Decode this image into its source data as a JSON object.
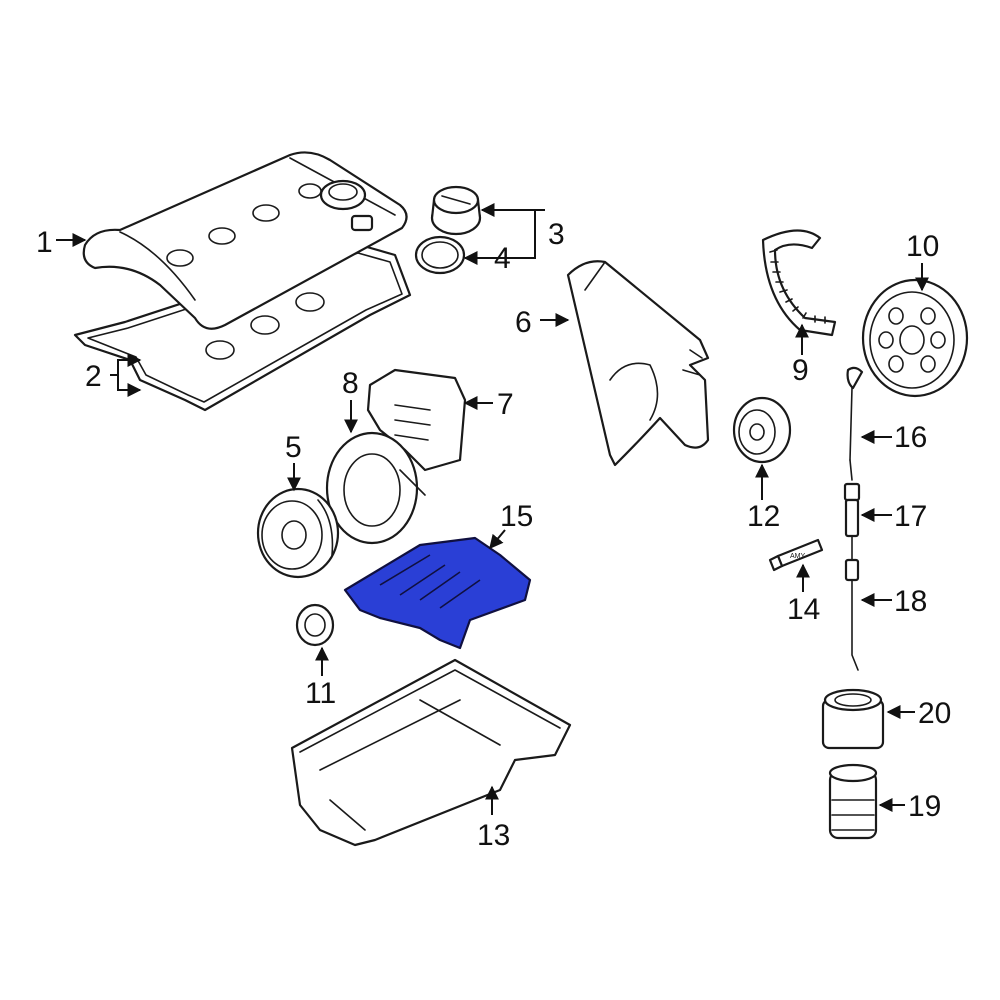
{
  "diagram": {
    "highlight_color": "#2a3fd6",
    "callouts": [
      "1",
      "2",
      "3",
      "4",
      "5",
      "6",
      "7",
      "8",
      "9",
      "10",
      "11",
      "12",
      "13",
      "14",
      "15",
      "16",
      "17",
      "18",
      "19",
      "20"
    ],
    "tube_label": "AMY"
  }
}
